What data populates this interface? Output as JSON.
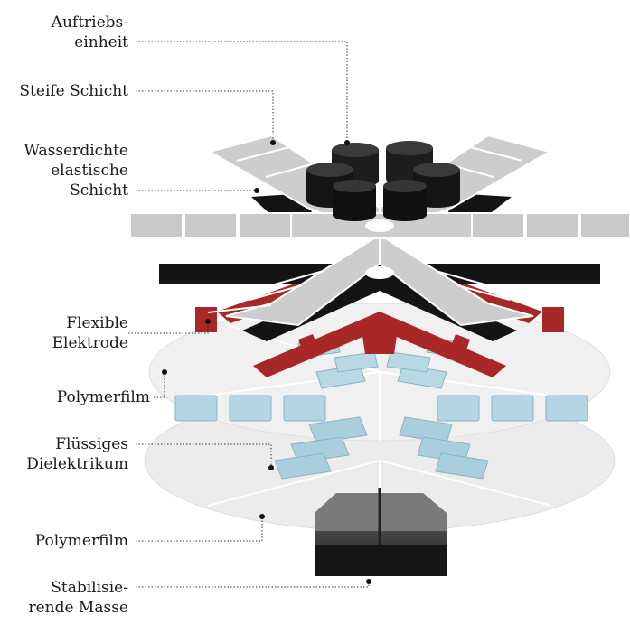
{
  "labels": {
    "buoyancy": [
      "Auftriebs-",
      "einheit"
    ],
    "rigid": [
      "Steife Schicht"
    ],
    "waterproof": [
      "Wasserdichte",
      "elastische",
      "Schicht"
    ],
    "electrode": [
      "Flexible",
      "Elektrode"
    ],
    "film1": [
      "Polymerfilm"
    ],
    "dielectric": [
      "Flüssiges",
      "Dielektrikum"
    ],
    "film2": [
      "Polymerfilm"
    ],
    "mass": [
      "Stabilisie-",
      "rende Masse"
    ]
  },
  "colors": {
    "rigid": "#c9c9c9",
    "rigid_edge": "#ffffff",
    "black": "#141414",
    "electrode": "#a82828",
    "film": "#ebebeb",
    "dielectric": "#a9cfdc",
    "leader": "#333333"
  }
}
